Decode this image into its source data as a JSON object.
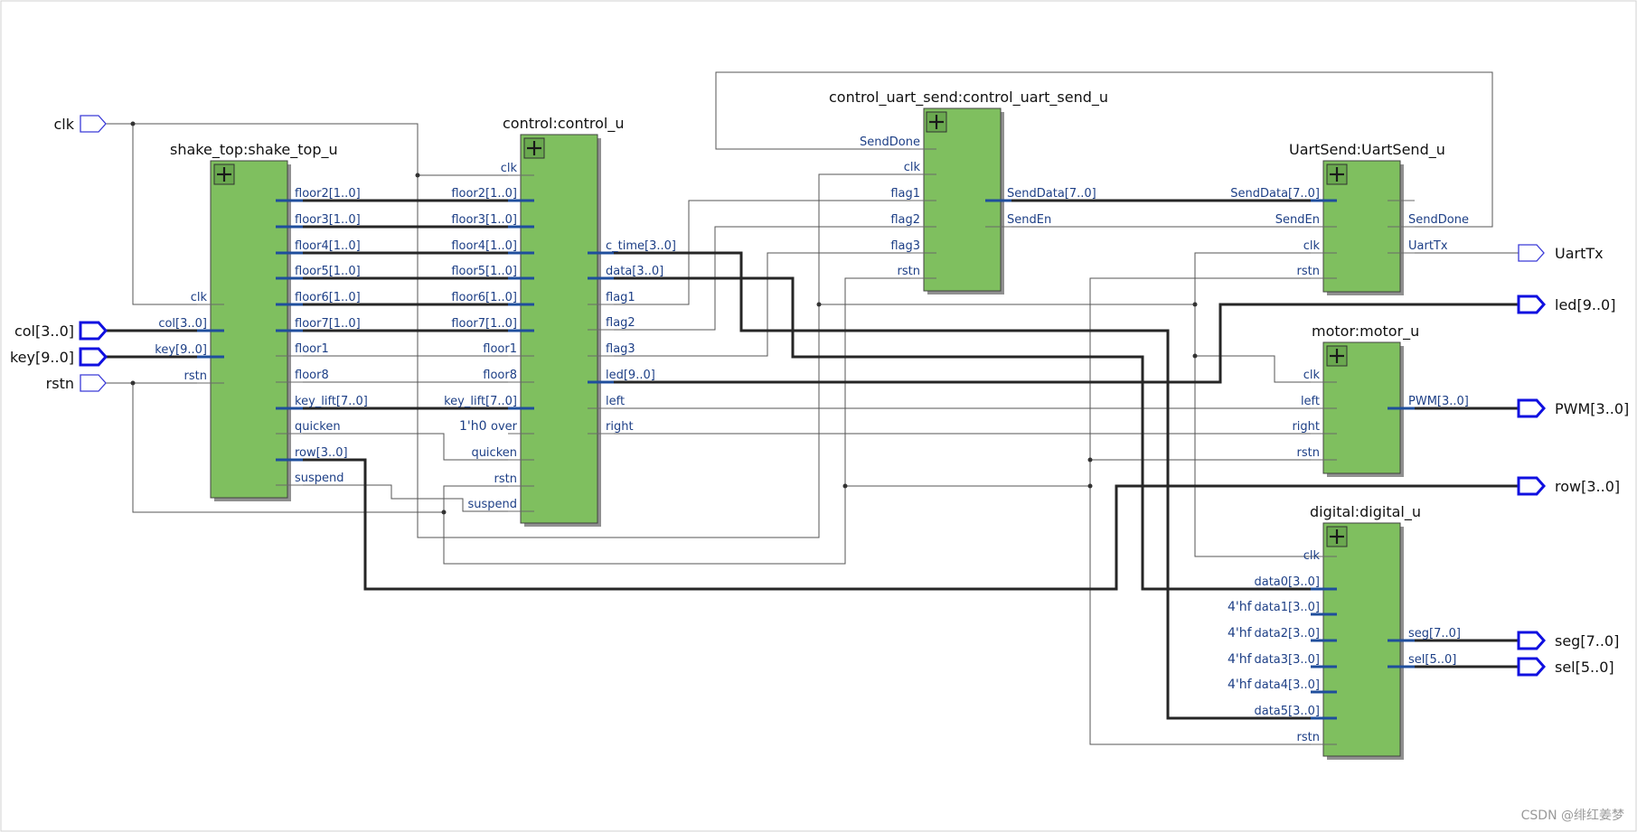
{
  "blocks": {
    "shake": {
      "title": "shake_top:shake_top_u",
      "inputs": [
        "clk",
        "col[3..0]",
        "key[9..0]",
        "rstn"
      ],
      "outputs": [
        "floor2[1..0]",
        "floor3[1..0]",
        "floor4[1..0]",
        "floor5[1..0]",
        "floor6[1..0]",
        "floor7[1..0]",
        "floor1",
        "floor8",
        "key_lift[7..0]",
        "quicken",
        "row[3..0]",
        "suspend"
      ]
    },
    "control": {
      "title": "control:control_u",
      "inputs": [
        "clk",
        "floor2[1..0]",
        "floor3[1..0]",
        "floor4[1..0]",
        "floor5[1..0]",
        "floor6[1..0]",
        "floor7[1..0]",
        "floor1",
        "floor8",
        "key_lift[7..0]",
        "over",
        "quicken",
        "rstn",
        "suspend"
      ],
      "outputs": [
        "c_time[3..0]",
        "data[3..0]",
        "flag1",
        "flag2",
        "flag3",
        "led[9..0]",
        "left",
        "right"
      ],
      "over_const": "1'h0"
    },
    "cus": {
      "title": "control_uart_send:control_uart_send_u",
      "inputs": [
        "SendDone",
        "clk",
        "flag1",
        "flag2",
        "flag3",
        "rstn"
      ],
      "outputs": [
        "SendData[7..0]",
        "SendEn"
      ]
    },
    "uart": {
      "title": "UartSend:UartSend_u",
      "inputs": [
        "SendData[7..0]",
        "SendEn",
        "clk",
        "rstn"
      ],
      "outputs": [
        "SendDone",
        "UartTx"
      ]
    },
    "motor": {
      "title": "motor:motor_u",
      "inputs": [
        "clk",
        "left",
        "right",
        "rstn"
      ],
      "outputs": [
        "PWM[3..0]"
      ]
    },
    "digital": {
      "title": "digital:digital_u",
      "inputs": [
        "clk",
        "data0[3..0]",
        "data1[3..0]",
        "data2[3..0]",
        "data3[3..0]",
        "data4[3..0]",
        "data5[3..0]",
        "rstn"
      ],
      "outputs": [
        "seg[7..0]",
        "sel[5..0]"
      ],
      "const": "4'hf"
    }
  },
  "ports": {
    "inputs": [
      "clk",
      "col[3..0]",
      "key[9..0]",
      "rstn"
    ],
    "outputs": [
      "UartTx",
      "led[9..0]",
      "PWM[3..0]",
      "row[3..0]",
      "seg[7..0]",
      "sel[5..0]"
    ]
  },
  "watermark": "CSDN @绯红姜梦"
}
